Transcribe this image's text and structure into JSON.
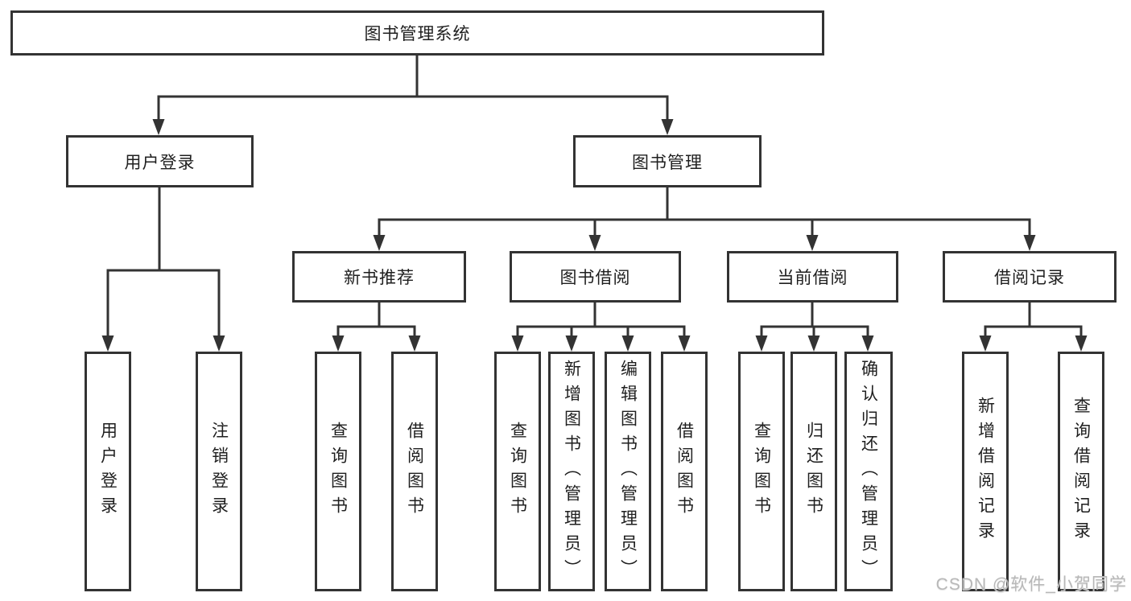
{
  "diagram": {
    "root": "图书管理系统",
    "level2": {
      "user_login": "用户登录",
      "book_management": "图书管理"
    },
    "level3": {
      "new_book_recommend": "新书推荐",
      "book_borrow": "图书借阅",
      "current_borrow": "当前借阅",
      "borrow_records": "借阅记录"
    },
    "leaves": {
      "user_login": [
        "用户登录",
        "注销登录"
      ],
      "new_book_recommend": [
        "查询图书",
        "借阅图书"
      ],
      "book_borrow": [
        "查询图书",
        "新增图书（管理员）",
        "编辑图书（管理员）",
        "借阅图书"
      ],
      "current_borrow": [
        "查询图书",
        "归还图书",
        "确认归还（管理员）"
      ],
      "borrow_records": [
        "新增借阅记录",
        "查询借阅记录"
      ]
    },
    "watermark": "CSDN @软件_小贺同学",
    "colors": {
      "line": "#333333",
      "text": "#1f1f1f",
      "watermark": "#b8b8b8",
      "background": "#ffffff"
    }
  }
}
